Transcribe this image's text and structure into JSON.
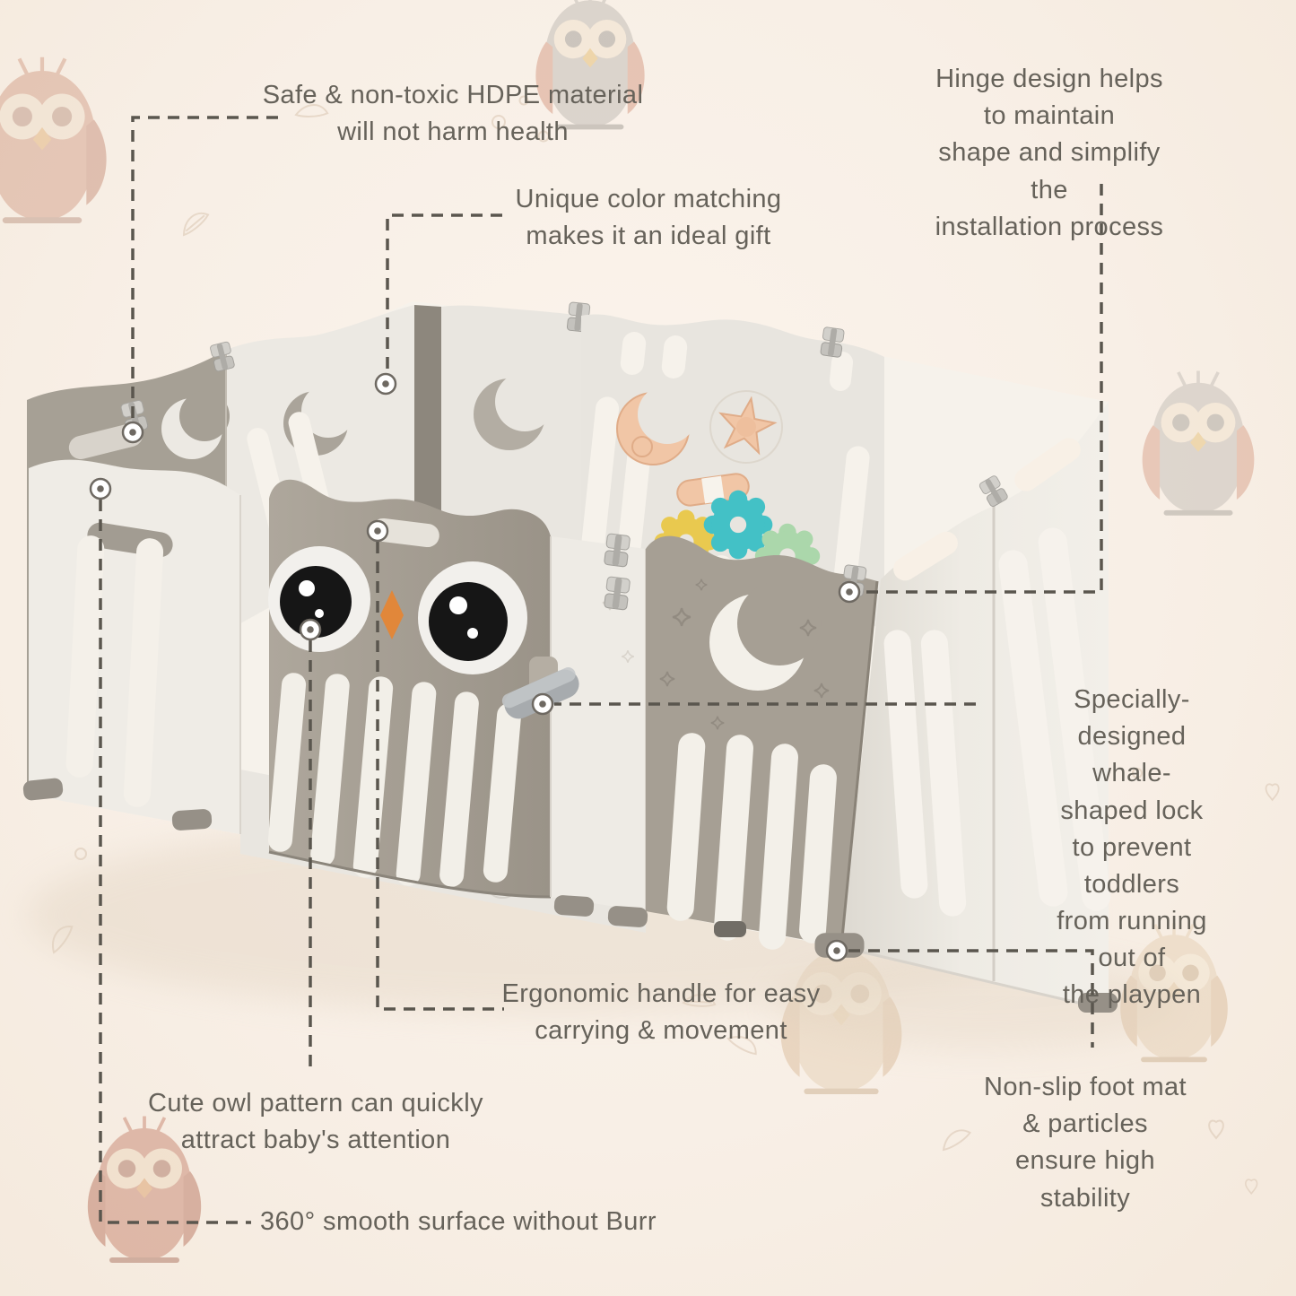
{
  "annotations": {
    "material": "Safe & non-toxic HDPE material\nwill not harm health",
    "hinge": "Hinge design helps to maintain\nshape and simplify the\ninstallation process",
    "gift": "Unique color matching\nmakes it an ideal gift",
    "lock": "Specially-designed\nwhale-shaped lock\nto prevent toddlers\nfrom running out of\nthe playpen",
    "handle": "Ergonomic handle for easy\ncarrying & movement",
    "owl_pattern": "Cute owl pattern can quickly\nattract baby's attention",
    "foot_mat": "Non-slip foot mat & particles\nensure high stability",
    "surface": "360° smooth surface without Burr"
  },
  "colors": {
    "background": "#f8efe6",
    "annotation_text": "#66625a",
    "leader_line": "#5a564e",
    "panel_white": "#eeece6",
    "panel_gray": "#a6a095",
    "owl_beak_orange": "#e1873a",
    "owl_eye_black": "#161616",
    "toy_peach": "#f1c6a6",
    "gear_yellow": "#e9c94f",
    "gear_teal": "#43c1c6",
    "gear_mint": "#abd7ab",
    "whale_lock_gray": "#a7abae",
    "hinge_gray": "#d0cec9",
    "foot_pad_gray": "#969087"
  },
  "background_motifs": [
    "owl watermarks",
    "leaf doodles",
    "heart doodles"
  ]
}
